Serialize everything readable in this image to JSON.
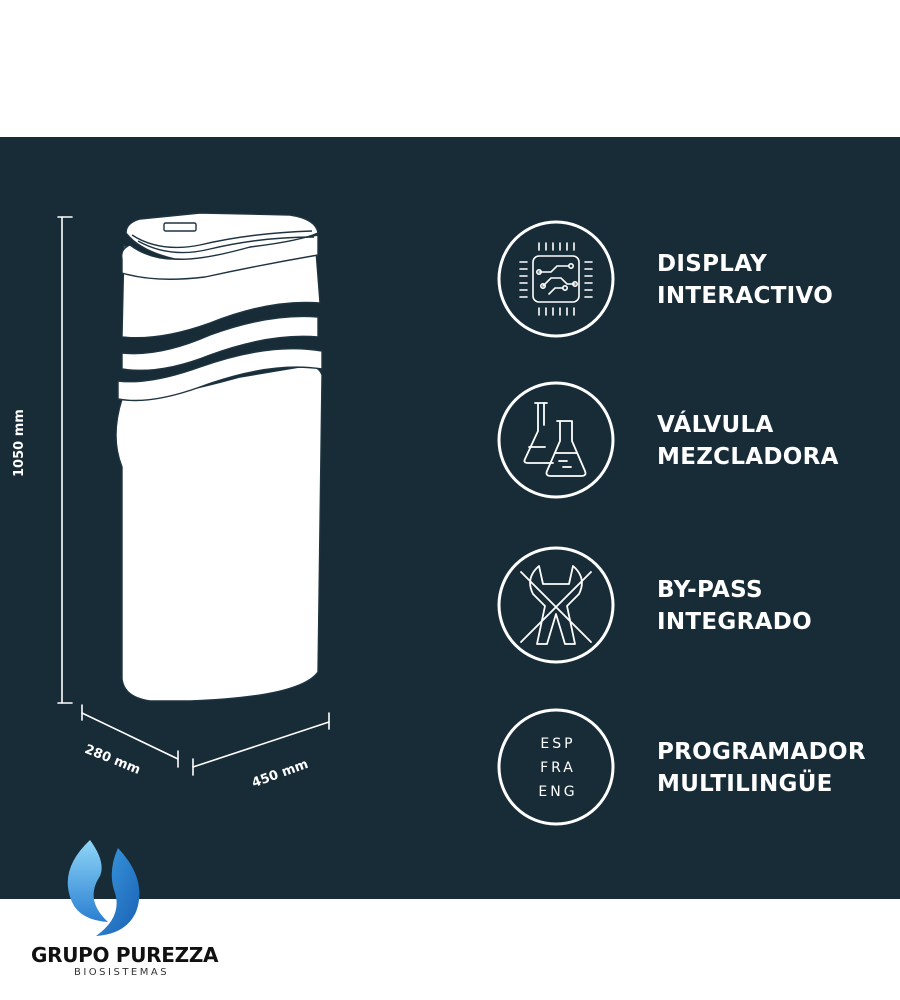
{
  "dimensions": {
    "height": "1050 mm",
    "depth": "280 mm",
    "width": "450 mm"
  },
  "features": [
    {
      "icon": "circuit-chip-icon",
      "line1": "DISPLAY",
      "line2": "INTERACTIVO"
    },
    {
      "icon": "lab-flasks-icon",
      "line1": "VÁLVULA",
      "line2": "MEZCLADORA"
    },
    {
      "icon": "crossed-wrench-icon",
      "line1": "BY-PASS",
      "line2": "INTEGRADO"
    },
    {
      "icon": "language-codes-icon",
      "line1": "PROGRAMADOR",
      "line2": "MULTILINGÜE",
      "languages": [
        "ESP",
        "FRA",
        "ENG"
      ]
    }
  ],
  "logo": {
    "name": "GRUPO PUREZZA",
    "subtitle": "BIOSISTEMAS",
    "colors": {
      "light": "#6ec6f2",
      "dark": "#1f6fc4"
    }
  },
  "colors": {
    "panel": "#182c38",
    "line": "#ffffff"
  }
}
